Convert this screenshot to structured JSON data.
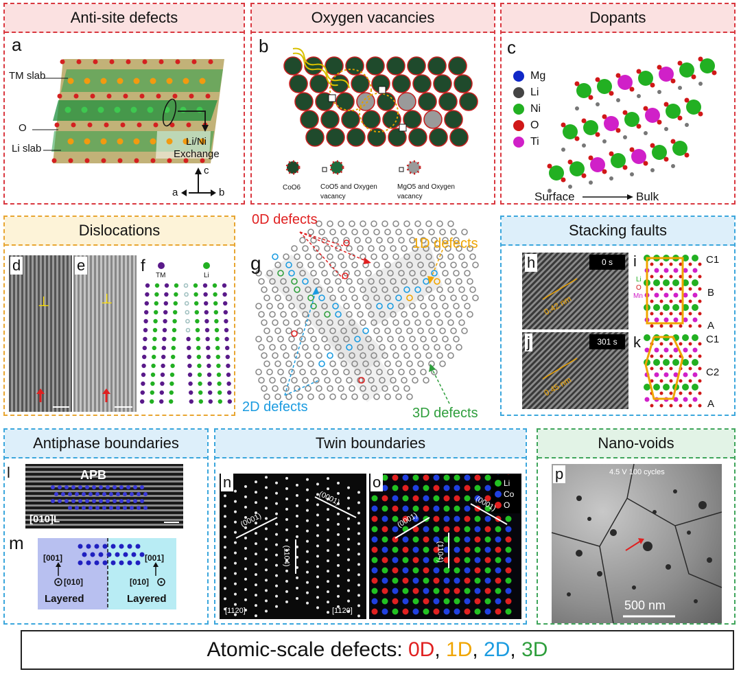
{
  "colors": {
    "red": "#e0202a",
    "orange": "#f0a500",
    "blue": "#1a9be0",
    "green": "#2e9e3c",
    "header_red": "#fbe1e1",
    "header_yellow": "#fdf3d8",
    "header_blue": "#ddeffa",
    "header_green": "#e2f3e6"
  },
  "panels": {
    "anti_site": {
      "title": "Anti-site defects",
      "label": "a",
      "tm_slab": "TM slab",
      "o": "O",
      "li_slab": "Li slab",
      "exchange_1": "Li/Ni",
      "exchange_2": "Exchange",
      "axis_a": "a",
      "axis_b": "b",
      "axis_c": "c"
    },
    "oxygen": {
      "title": "Oxygen vacancies",
      "label": "b",
      "legend1": "CoO6",
      "legend2": "CoO5 and Oxygen vacancy",
      "legend3": "MgO5 and Oxygen vacancy"
    },
    "dopants": {
      "title": "Dopants",
      "label": "c",
      "legend": [
        "Mg",
        "Li",
        "Ni",
        "O",
        "Ti"
      ],
      "surface": "Surface",
      "bulk": "Bulk"
    },
    "dislocations": {
      "title": "Dislocations",
      "label_d": "d",
      "label_e": "e",
      "label_f": "f",
      "tm": "TM",
      "li": "Li"
    },
    "defects_map": {
      "label": "g",
      "zero_d": "0D defects",
      "one_d": "1D defects",
      "two_d": "2D defects",
      "three_d": "3D defects"
    },
    "stacking": {
      "title": "Stacking faults",
      "label_h": "h",
      "label_i": "i",
      "label_j": "j",
      "label_k": "k",
      "time_h": "0 s",
      "time_j": "301 s",
      "meas_h": "0.42 nm",
      "meas_j": "0.45 nm",
      "layers_i": [
        "C1",
        "B",
        "A"
      ],
      "layers_k": [
        "C1",
        "C2",
        "A"
      ],
      "elem_li": "Li",
      "elem_o": "O",
      "elem_mn": "Mn"
    },
    "antiphase": {
      "title": "Antiphase boundaries",
      "label_l": "l",
      "label_m": "m",
      "apb": "APB",
      "zone": "[010]L",
      "dir1": "[001]",
      "dir2": "[010]",
      "dir3": "[001]",
      "dir4": "[010]",
      "layered_left": "Layered",
      "layered_right": "Layered"
    },
    "twin": {
      "title": "Twin boundaries",
      "label_n": "n",
      "label_o": "o",
      "plane_left": "(0001)",
      "plane_right": "(0001)",
      "plane_mid": "(1104)",
      "zone_left": "[1120]",
      "zone_right": "[1120]",
      "legend": [
        "Li",
        "Co",
        "O"
      ]
    },
    "nanovoids": {
      "title": "Nano-voids",
      "label": "p",
      "condition": "4.5 V 100 cycles",
      "scale": "500 nm"
    }
  },
  "footer": {
    "prefix": "Atomic-scale defects: ",
    "d0": "0D",
    "d1": "1D",
    "d2": "2D",
    "d3": "3D",
    "sep": ", "
  }
}
